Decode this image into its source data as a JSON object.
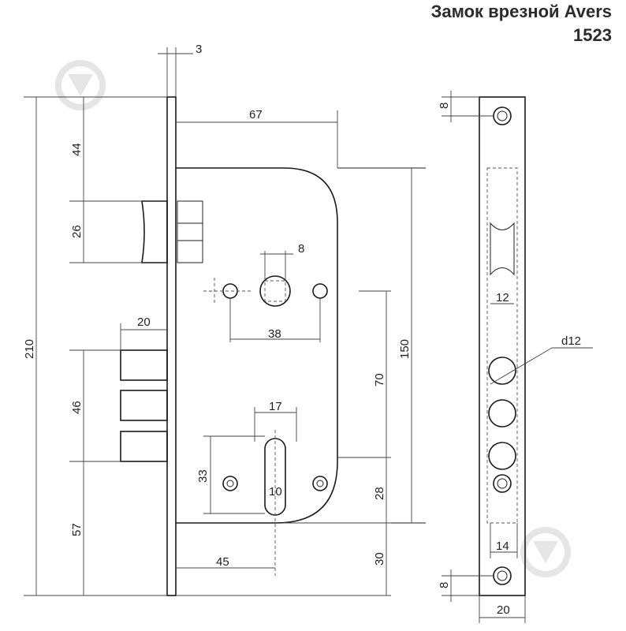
{
  "title": {
    "line1": "Замок врезной Avers",
    "line2": "1523"
  },
  "dimensions": {
    "faceplate_thickness": "3",
    "backset_67": "67",
    "top_44": "44",
    "latch_26": "26",
    "total_210": "210",
    "bolt_20": "20",
    "bolts_46": "46",
    "bottom_57": "57",
    "spindle_8": "8",
    "screws_38": "38",
    "cyl_17": "17",
    "screws_33": "33",
    "cyl_10": "10",
    "backset_45": "45",
    "body_150": "150",
    "centers_70": "70",
    "lower_28": "28",
    "lower_30": "30",
    "plate_top_8": "8",
    "plate_bottom_8": "8",
    "slot_12": "12",
    "hole_d12": "d12",
    "slot_14": "14",
    "plate_width_20": "20"
  },
  "icons": {
    "watermark": "watermark-logo-icon"
  }
}
